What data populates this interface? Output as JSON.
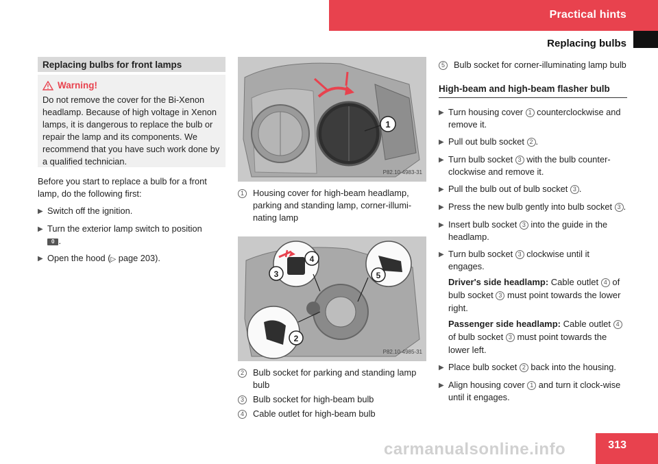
{
  "header": {
    "section": "Practical hints",
    "subsection": "Replacing bulbs"
  },
  "page_number": "313",
  "watermark": "carmanualsonline.info",
  "left": {
    "heading": "Replacing bulbs for front lamps",
    "warning_title": "Warning!",
    "warning_text": "Do not remove the cover for the Bi-Xenon headlamp. Because of high voltage in Xenon lamps, it is dangerous to replace the bulb or repair the lamp and its components. We recommend that you have such work done by a qualified technician.",
    "intro": "Before you start to replace a bulb for a front lamp, do the following first:",
    "step1": "Switch off the ignition.",
    "step2_pre": "Turn the exterior lamp switch to position",
    "step2_key": "0",
    "step2_post": ".",
    "step3_pre": "Open the hood (",
    "step3_arrow": "▷",
    "step3_post": " page 203)."
  },
  "middle": {
    "fig1_code": "P82.10-4983-31",
    "fig1_label1": "1",
    "cap1_num": "1",
    "cap1_text": "Housing cover for high-beam headlamp, parking and standing lamp, corner-illumi-nating lamp",
    "fig2_code": "P82.10-4985-31",
    "fig2_labels": [
      "2",
      "3",
      "4",
      "5"
    ],
    "cap2_num": "2",
    "cap2_text": "Bulb socket for parking and standing lamp bulb",
    "cap3_num": "3",
    "cap3_text": "Bulb socket for high-beam bulb",
    "cap4_num": "4",
    "cap4_text": "Cable outlet for high-beam bulb"
  },
  "right": {
    "cap5_num": "5",
    "cap5_text": "Bulb socket for corner-illuminating lamp bulb",
    "heading": "High-beam and high-beam flasher bulb",
    "s1_a": "Turn housing cover ",
    "s1_n": "1",
    "s1_b": " counterclockwise and remove it.",
    "s2_a": "Pull out bulb socket ",
    "s2_n": "2",
    "s2_b": ".",
    "s3_a": "Turn bulb socket ",
    "s3_n": "3",
    "s3_b": " with the bulb counter-clockwise and remove it.",
    "s4_a": "Pull the bulb out of bulb socket ",
    "s4_n": "3",
    "s4_b": ".",
    "s5_a": "Press the new bulb gently into bulb socket ",
    "s5_n": "3",
    "s5_b": ".",
    "s6_a": "Insert bulb socket ",
    "s6_n": "3",
    "s6_b": " into the guide in the headlamp.",
    "s7_a": "Turn bulb socket ",
    "s7_n": "3",
    "s7_b": " clockwise until it engages.",
    "driver_label": "Driver's side headlamp:",
    "driver_a": " Cable outlet ",
    "driver_n1": "4",
    "driver_b": " of bulb socket ",
    "driver_n2": "3",
    "driver_c": " must point towards the lower right.",
    "pass_label": "Passenger side headlamp:",
    "pass_a": " Cable outlet ",
    "pass_n1": "4",
    "pass_b": " of bulb socket ",
    "pass_n2": "3",
    "pass_c": " must point towards the lower left.",
    "s8_a": "Place bulb socket ",
    "s8_n": "2",
    "s8_b": " back into the housing.",
    "s9_a": "Align housing cover ",
    "s9_n": "1",
    "s9_b": " and turn it clock-wise until it engages."
  },
  "colors": {
    "accent": "#e8424e",
    "panel": "#d9d9d9",
    "warn_bg": "#f0f0f0"
  }
}
